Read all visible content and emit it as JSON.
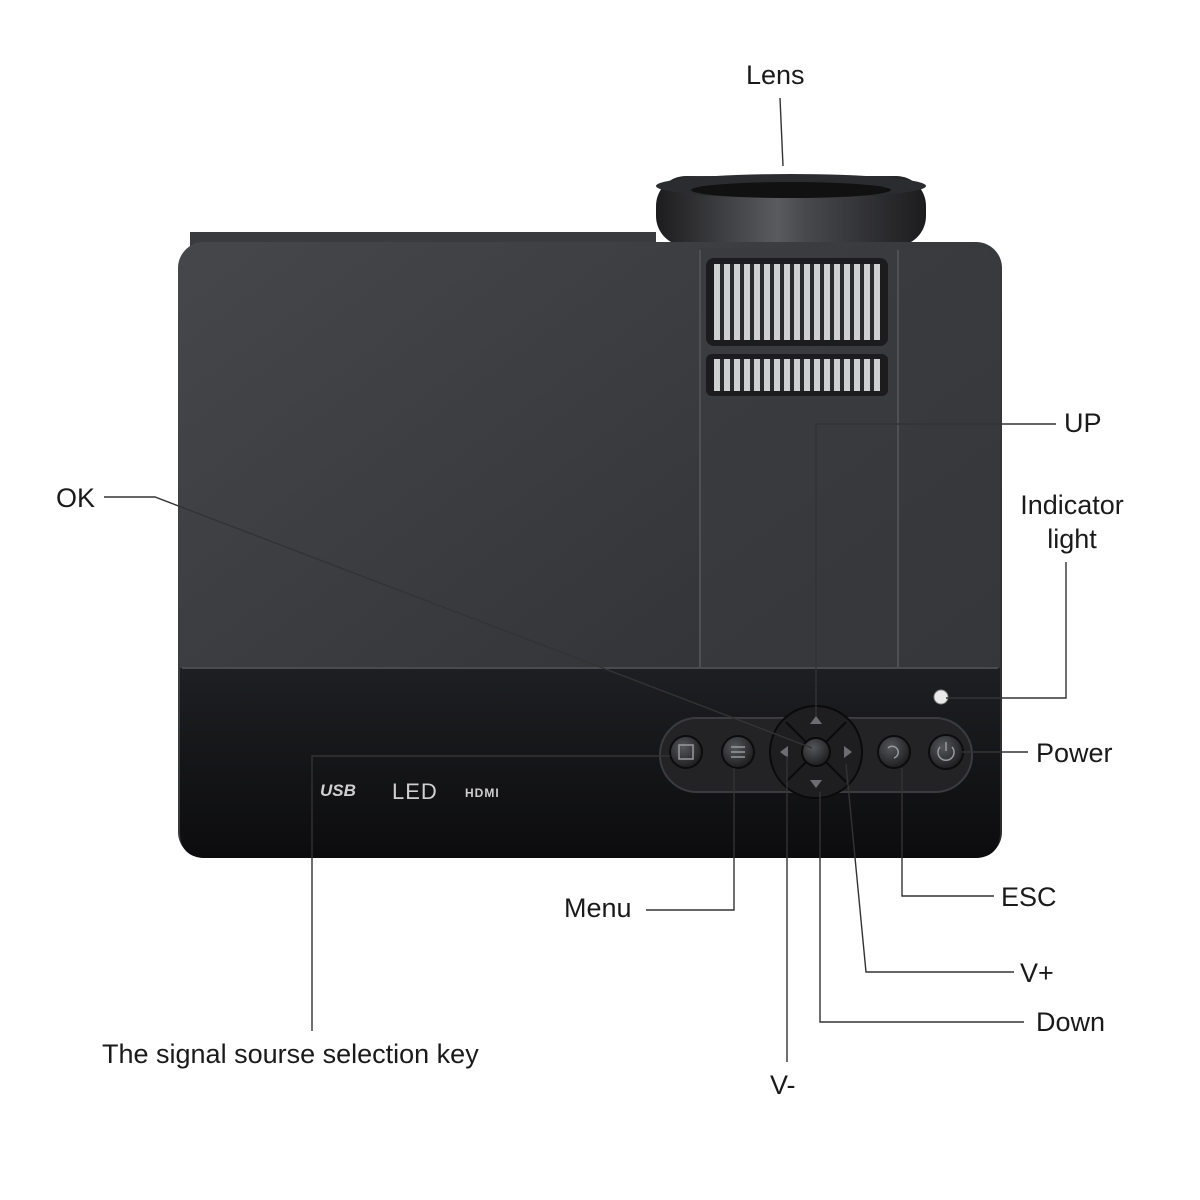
{
  "labels": {
    "lens": "Lens",
    "up": "UP",
    "indicator_line1": "Indicator",
    "indicator_line2": "light",
    "ok": "OK",
    "power": "Power",
    "menu": "Menu",
    "esc": "ESC",
    "v_plus": "V+",
    "down": "Down",
    "v_minus": "V-",
    "signal_source": "The signal sourse selection key"
  },
  "panel_marks": {
    "usb": "USB",
    "led": "LED",
    "hdmi": "HDMI"
  },
  "colors": {
    "body": "#2c2d30",
    "front_panel": "#141416",
    "leader_line": "#333333"
  }
}
